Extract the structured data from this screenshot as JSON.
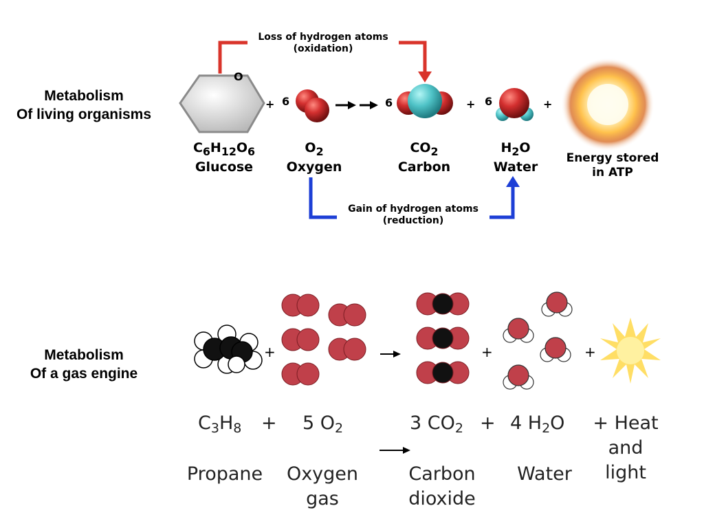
{
  "organisms": {
    "title_line1": "Metabolism",
    "title_line2": "Of living organisms",
    "oxidation_line1": "Loss of hydrogen atoms",
    "oxidation_line2": "(oxidation)",
    "reduction_line1": "Gain of hydrogen atoms",
    "reduction_line2": "(reduction)",
    "ring_atom": "O",
    "plus": "+",
    "coef_oxygen": "6",
    "coef_co2": "6",
    "coef_water": "6",
    "glucose": {
      "f1": "C",
      "s1": "6",
      "f2": "H",
      "s2": "12",
      "f3": "O",
      "s3": "6",
      "name": "Glucose"
    },
    "oxygen": {
      "f1": "O",
      "s1": "2",
      "name": "Oxygen"
    },
    "carbon": {
      "f1": "CO",
      "s1": "2",
      "name": "Carbon"
    },
    "water": {
      "f1": "H",
      "s1": "2",
      "f2": "O",
      "name": "Water"
    },
    "energy_line1": "Energy stored",
    "energy_line2": "in ATP",
    "colors": {
      "oxidation_arrow": "#d9342b",
      "reduction_arrow": "#1d3fd6",
      "oxygen_atom": "#c62828",
      "hydrogen_atom": "#4fc3c7"
    }
  },
  "engine": {
    "title_line1": "Metabolism",
    "title_line2": "Of a gas engine",
    "plus": "+",
    "propane": {
      "formula_a": "C",
      "sub_a": "3",
      "formula_b": "H",
      "sub_b": "8",
      "name": "Propane"
    },
    "oxygen": {
      "formula": "5 O",
      "sub": "2",
      "name_line1": "Oxygen",
      "name_line2": "gas"
    },
    "co2": {
      "formula": "3 CO",
      "sub": "2",
      "name_line1": "Carbon",
      "name_line2": "dioxide"
    },
    "water": {
      "formula_a": "4 H",
      "sub": "2",
      "formula_b": "O",
      "name": "Water"
    },
    "heat_line1": "+ Heat",
    "heat_line2": "and",
    "heat_line3": "light",
    "colors": {
      "oxygen_atom": "#c0404a",
      "carbon_atom": "#111111"
    }
  }
}
